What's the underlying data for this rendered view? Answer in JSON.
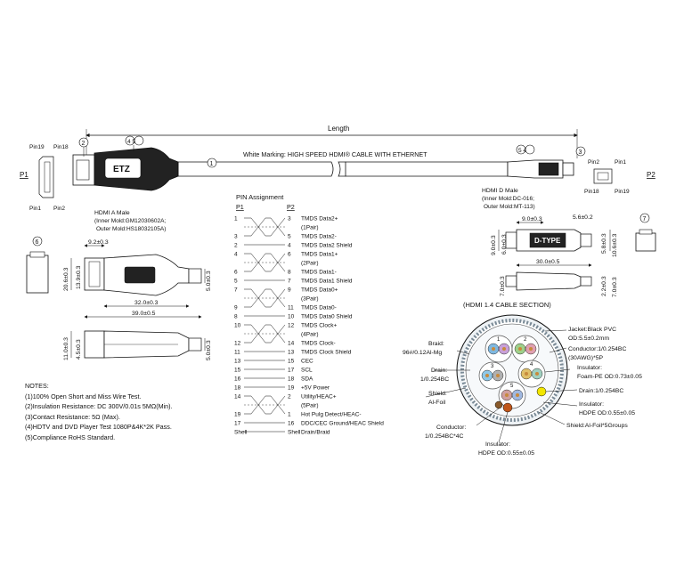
{
  "length_label": "Length",
  "marking_text": "White Marking: HIGH SPEED HDMI® CABLE WITH ETHERNET",
  "callouts": {
    "c1": "1",
    "c2": "2",
    "c3": "3",
    "c45_left": "4 5",
    "c54_right": "5 4",
    "c6": "6",
    "c7": "7"
  },
  "p1": {
    "label": "P1",
    "pin19": "Pin19",
    "pin18": "Pin18",
    "pin1": "Pin1",
    "pin2": "Pin2",
    "title": "HDMI A Male",
    "inner": "(Inner Mold:GM12030602A;",
    "outer": "Outer Mold:HS18032105A)",
    "logo": "ETZ"
  },
  "p2": {
    "label": "P2",
    "pin2": "Pin2",
    "pin1": "Pin1",
    "pin18": "Pin18",
    "pin19": "Pin19",
    "title": "HDMI D Male",
    "inner": "(Inner Mold:DC-016;",
    "outer": "Outer Mold:MT-113)",
    "type_label": "D-TYPE"
  },
  "dims_left": {
    "d1": "9.2±0.3",
    "d2": "20.6±0.3",
    "d3": "13.9±0.3",
    "d4": "5.0±0.3",
    "d5": "32.0±0.3",
    "d6": "39.0±0.5",
    "d7": "11.0±0.3",
    "d8": "4.5±0.3",
    "d9": "5.0±0.3"
  },
  "dims_right": {
    "d1": "9.0±0.3",
    "d2": "5.6±0.2",
    "d3": "9.0±0.3",
    "d4": "6.0±0.3",
    "d5": "5.8±0.3",
    "d6": "10.6±0.3",
    "d7": "30.0±0.5",
    "d8": "7.0±0.3",
    "d9": "2.2±0.3",
    "d10": "7.0±0.3"
  },
  "pins": {
    "title": "PIN Assignment",
    "p1_header": "P1",
    "p2_header": "P2",
    "rows": [
      {
        "p1": "1",
        "p2": "3",
        "signal": "TMDS Data2+"
      },
      {
        "p1": "",
        "p2": "",
        "signal": "(1Pair)"
      },
      {
        "p1": "3",
        "p2": "5",
        "signal": "TMDS Data2-"
      },
      {
        "p1": "2",
        "p2": "4",
        "signal": "TMDS Data2 Shield"
      },
      {
        "p1": "4",
        "p2": "6",
        "signal": "TMDS Data1+"
      },
      {
        "p1": "",
        "p2": "",
        "signal": "(2Pair)"
      },
      {
        "p1": "6",
        "p2": "8",
        "signal": "TMDS Data1-"
      },
      {
        "p1": "5",
        "p2": "7",
        "signal": "TMDS Data1 Shield"
      },
      {
        "p1": "7",
        "p2": "9",
        "signal": "TMDS Data0+"
      },
      {
        "p1": "",
        "p2": "",
        "signal": "(3Pair)"
      },
      {
        "p1": "9",
        "p2": "11",
        "signal": "TMDS Data0-"
      },
      {
        "p1": "8",
        "p2": "10",
        "signal": "TMDS Data0 Shield"
      },
      {
        "p1": "10",
        "p2": "12",
        "signal": "TMDS Clock+"
      },
      {
        "p1": "",
        "p2": "",
        "signal": "(4Pair)"
      },
      {
        "p1": "12",
        "p2": "14",
        "signal": "TMDS Clock-"
      },
      {
        "p1": "11",
        "p2": "13",
        "signal": "TMDS Clock Shield"
      },
      {
        "p1": "13",
        "p2": "15",
        "signal": "CEC"
      },
      {
        "p1": "15",
        "p2": "17",
        "signal": "SCL"
      },
      {
        "p1": "16",
        "p2": "18",
        "signal": "SDA"
      },
      {
        "p1": "18",
        "p2": "19",
        "signal": "+5V Power"
      },
      {
        "p1": "14",
        "p2": "2",
        "signal": "Utility/HEAC+"
      },
      {
        "p1": "",
        "p2": "",
        "signal": "(5Pair)"
      },
      {
        "p1": "19",
        "p2": "1",
        "signal": "Hot Pulg Detect/HEAC-"
      },
      {
        "p1": "17",
        "p2": "16",
        "signal": "DDC/CEC Ground/HEAC Shield"
      },
      {
        "p1": "Shell",
        "p2": "Shell",
        "signal": "Drain/Braid"
      }
    ]
  },
  "section": {
    "title": "(HDMI 1.4 CABLE SECTION)",
    "labels": {
      "braid_1": "Braid:",
      "braid_2": "96#/0.12Al-Mg",
      "drain_left_1": "Drain:",
      "drain_left_2": "1/0.254BC",
      "shield_left_1": "Shield:",
      "shield_left_2": "Al-Foil",
      "conductor_bottom_1": "Conductor:",
      "conductor_bottom_2": "1/0.254BC*4C",
      "insulator_bottom_1": "Insulator:",
      "insulator_bottom_2": "HDPE OD:0.55±0.05",
      "jacket_1": "Jacket:Black PVC",
      "jacket_2": "OD:5.5±0.2mm",
      "conductor_right_1": "Conductor:1/0.254BC",
      "conductor_right_2": "(30AWG)*5P",
      "insulator_right_1": "Insulator:",
      "insulator_right_2": "Foam-PE OD:0.73±0.05",
      "drain_right": "Drain:1/0.254BC",
      "insulator_right2_1": "Insulator:",
      "insulator_right2_2": "HDPE OD:0.55±0.05",
      "shield_right": "Shield:Al-Foil*5Groups"
    },
    "pair_numbers": [
      "1",
      "2",
      "3",
      "4",
      "5"
    ]
  },
  "notes": {
    "title": "NOTES:",
    "items": [
      "(1)100% Open Short and Miss Wire Test.",
      "(2)Insulation Resistance: DC 300V/0.01s 5MΩ(Min).",
      "(3)Contact Resistance: 5Ω (Max).",
      "(4)HDTV and DVD Player Test 1080P&4K*2K Pass.",
      "(5)Compliance RoHS Standard."
    ]
  }
}
